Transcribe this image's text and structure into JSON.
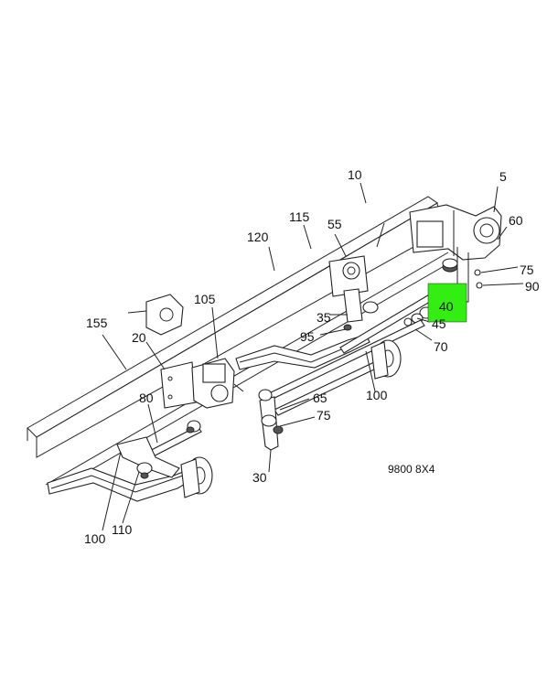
{
  "callouts": {
    "c5": "5",
    "c10": "10",
    "c20": "20",
    "c30": "30",
    "c35": "35",
    "c40": "40",
    "c45": "45",
    "c55": "55",
    "c60": "60",
    "c65": "65",
    "c70": "70",
    "c75a": "75",
    "c75b": "75",
    "c80": "80",
    "c90": "90",
    "c95": "95",
    "c100a": "100",
    "c100b": "100",
    "c105": "105",
    "c110": "110",
    "c115": "115",
    "c120": "120",
    "c155": "155"
  },
  "caption": "9800 8X4",
  "highlight_color": "#33ee11"
}
